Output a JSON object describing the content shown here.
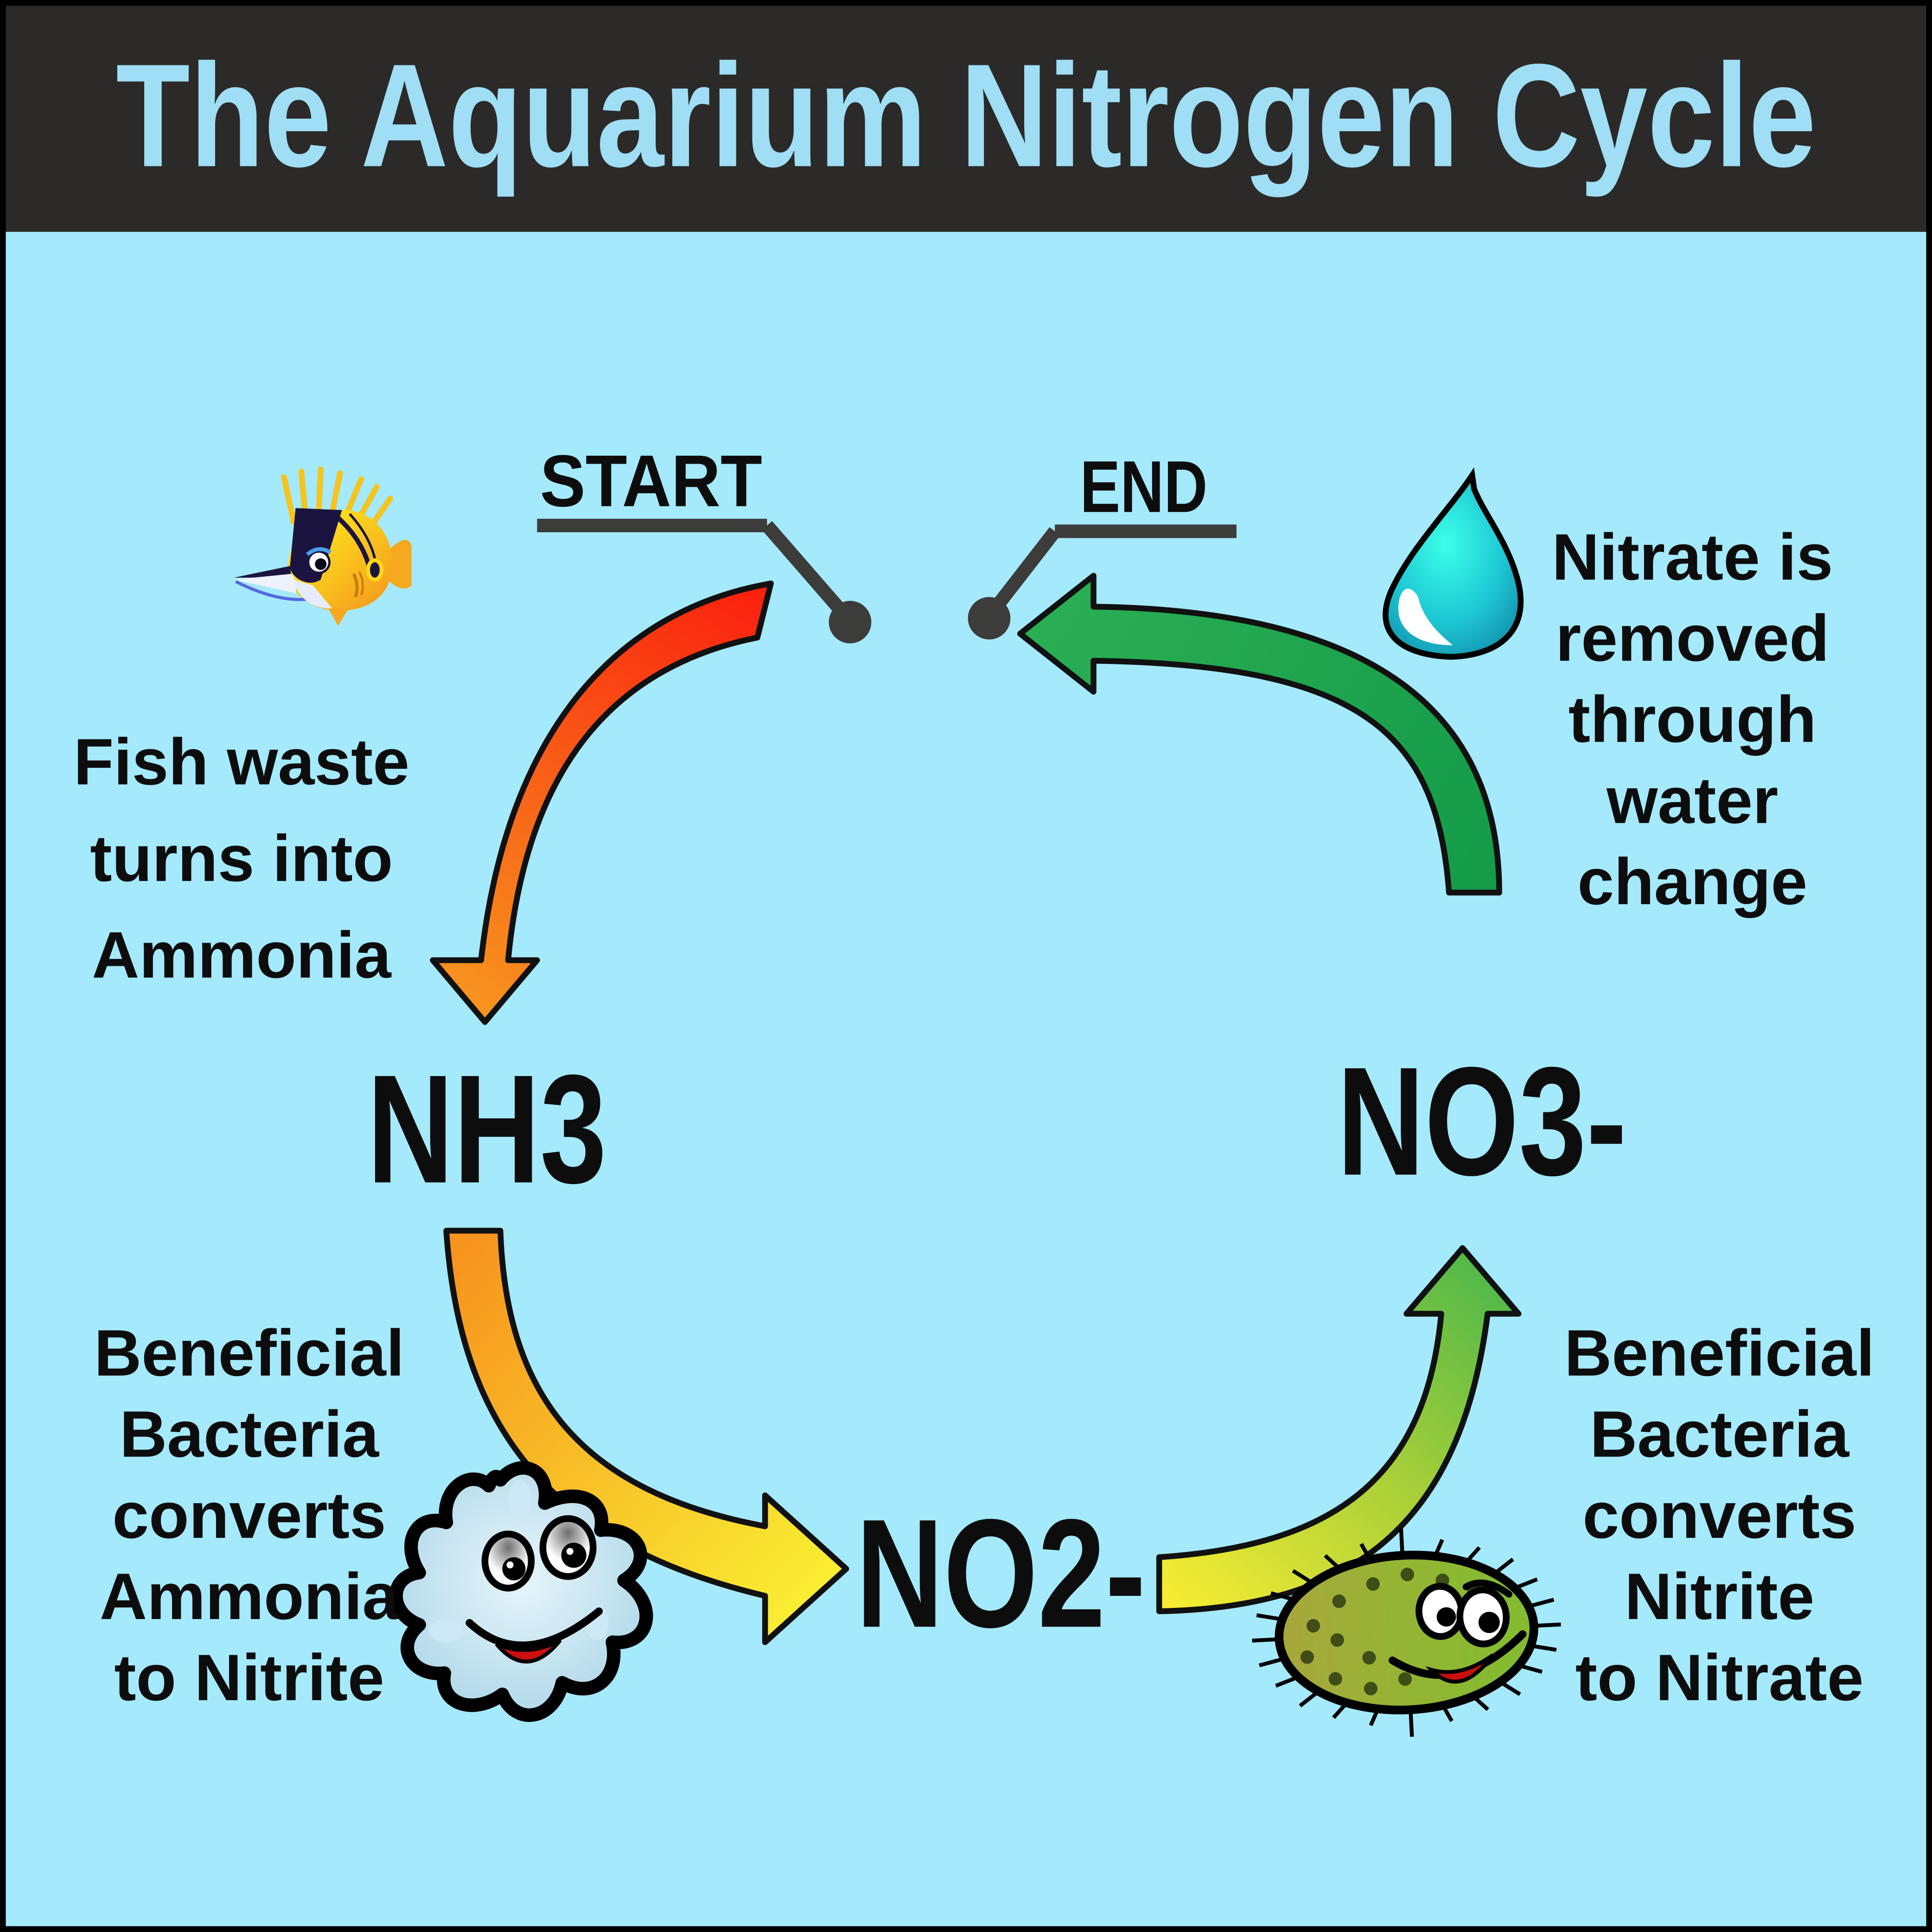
{
  "title": "The Aquarium Nitrogen Cycle",
  "cycle": {
    "start_label": "START",
    "end_label": "END",
    "stages": {
      "ammonia": "NH3",
      "nitrite": "NO2-",
      "nitrate": "NO3-"
    },
    "notes": {
      "fish_waste": {
        "lines": [
          "Fish waste",
          "turns into",
          "Ammonia"
        ]
      },
      "ammonia_to_nitrite": {
        "lines": [
          "Beneficial",
          "Bacteria",
          "converts",
          "Ammonia",
          "to Nitrite"
        ]
      },
      "nitrite_to_nitrate": {
        "lines": [
          "Beneficial",
          "Bacteria",
          "converts",
          "Nitrite",
          "to Nitrate"
        ]
      },
      "water_change": {
        "lines": [
          "Nitrate is",
          "removed",
          "through",
          "water",
          "change"
        ]
      }
    },
    "icons": [
      "fish-icon",
      "water-drop-icon",
      "blue-bacteria-icon",
      "green-bacteria-icon"
    ],
    "colors": {
      "background": "#a4e9fc",
      "header": "#2b2a28",
      "title_text": "#9fdef5",
      "arrow_red": "#fb1d0e",
      "arrow_orange": "#f7941e",
      "arrow_yellow": "#f9ed32",
      "arrow_light_green": "#55b948",
      "arrow_dark_green": "#149b48",
      "connector_gray": "#3c3c3a",
      "text_black": "#0d0d0d"
    }
  }
}
